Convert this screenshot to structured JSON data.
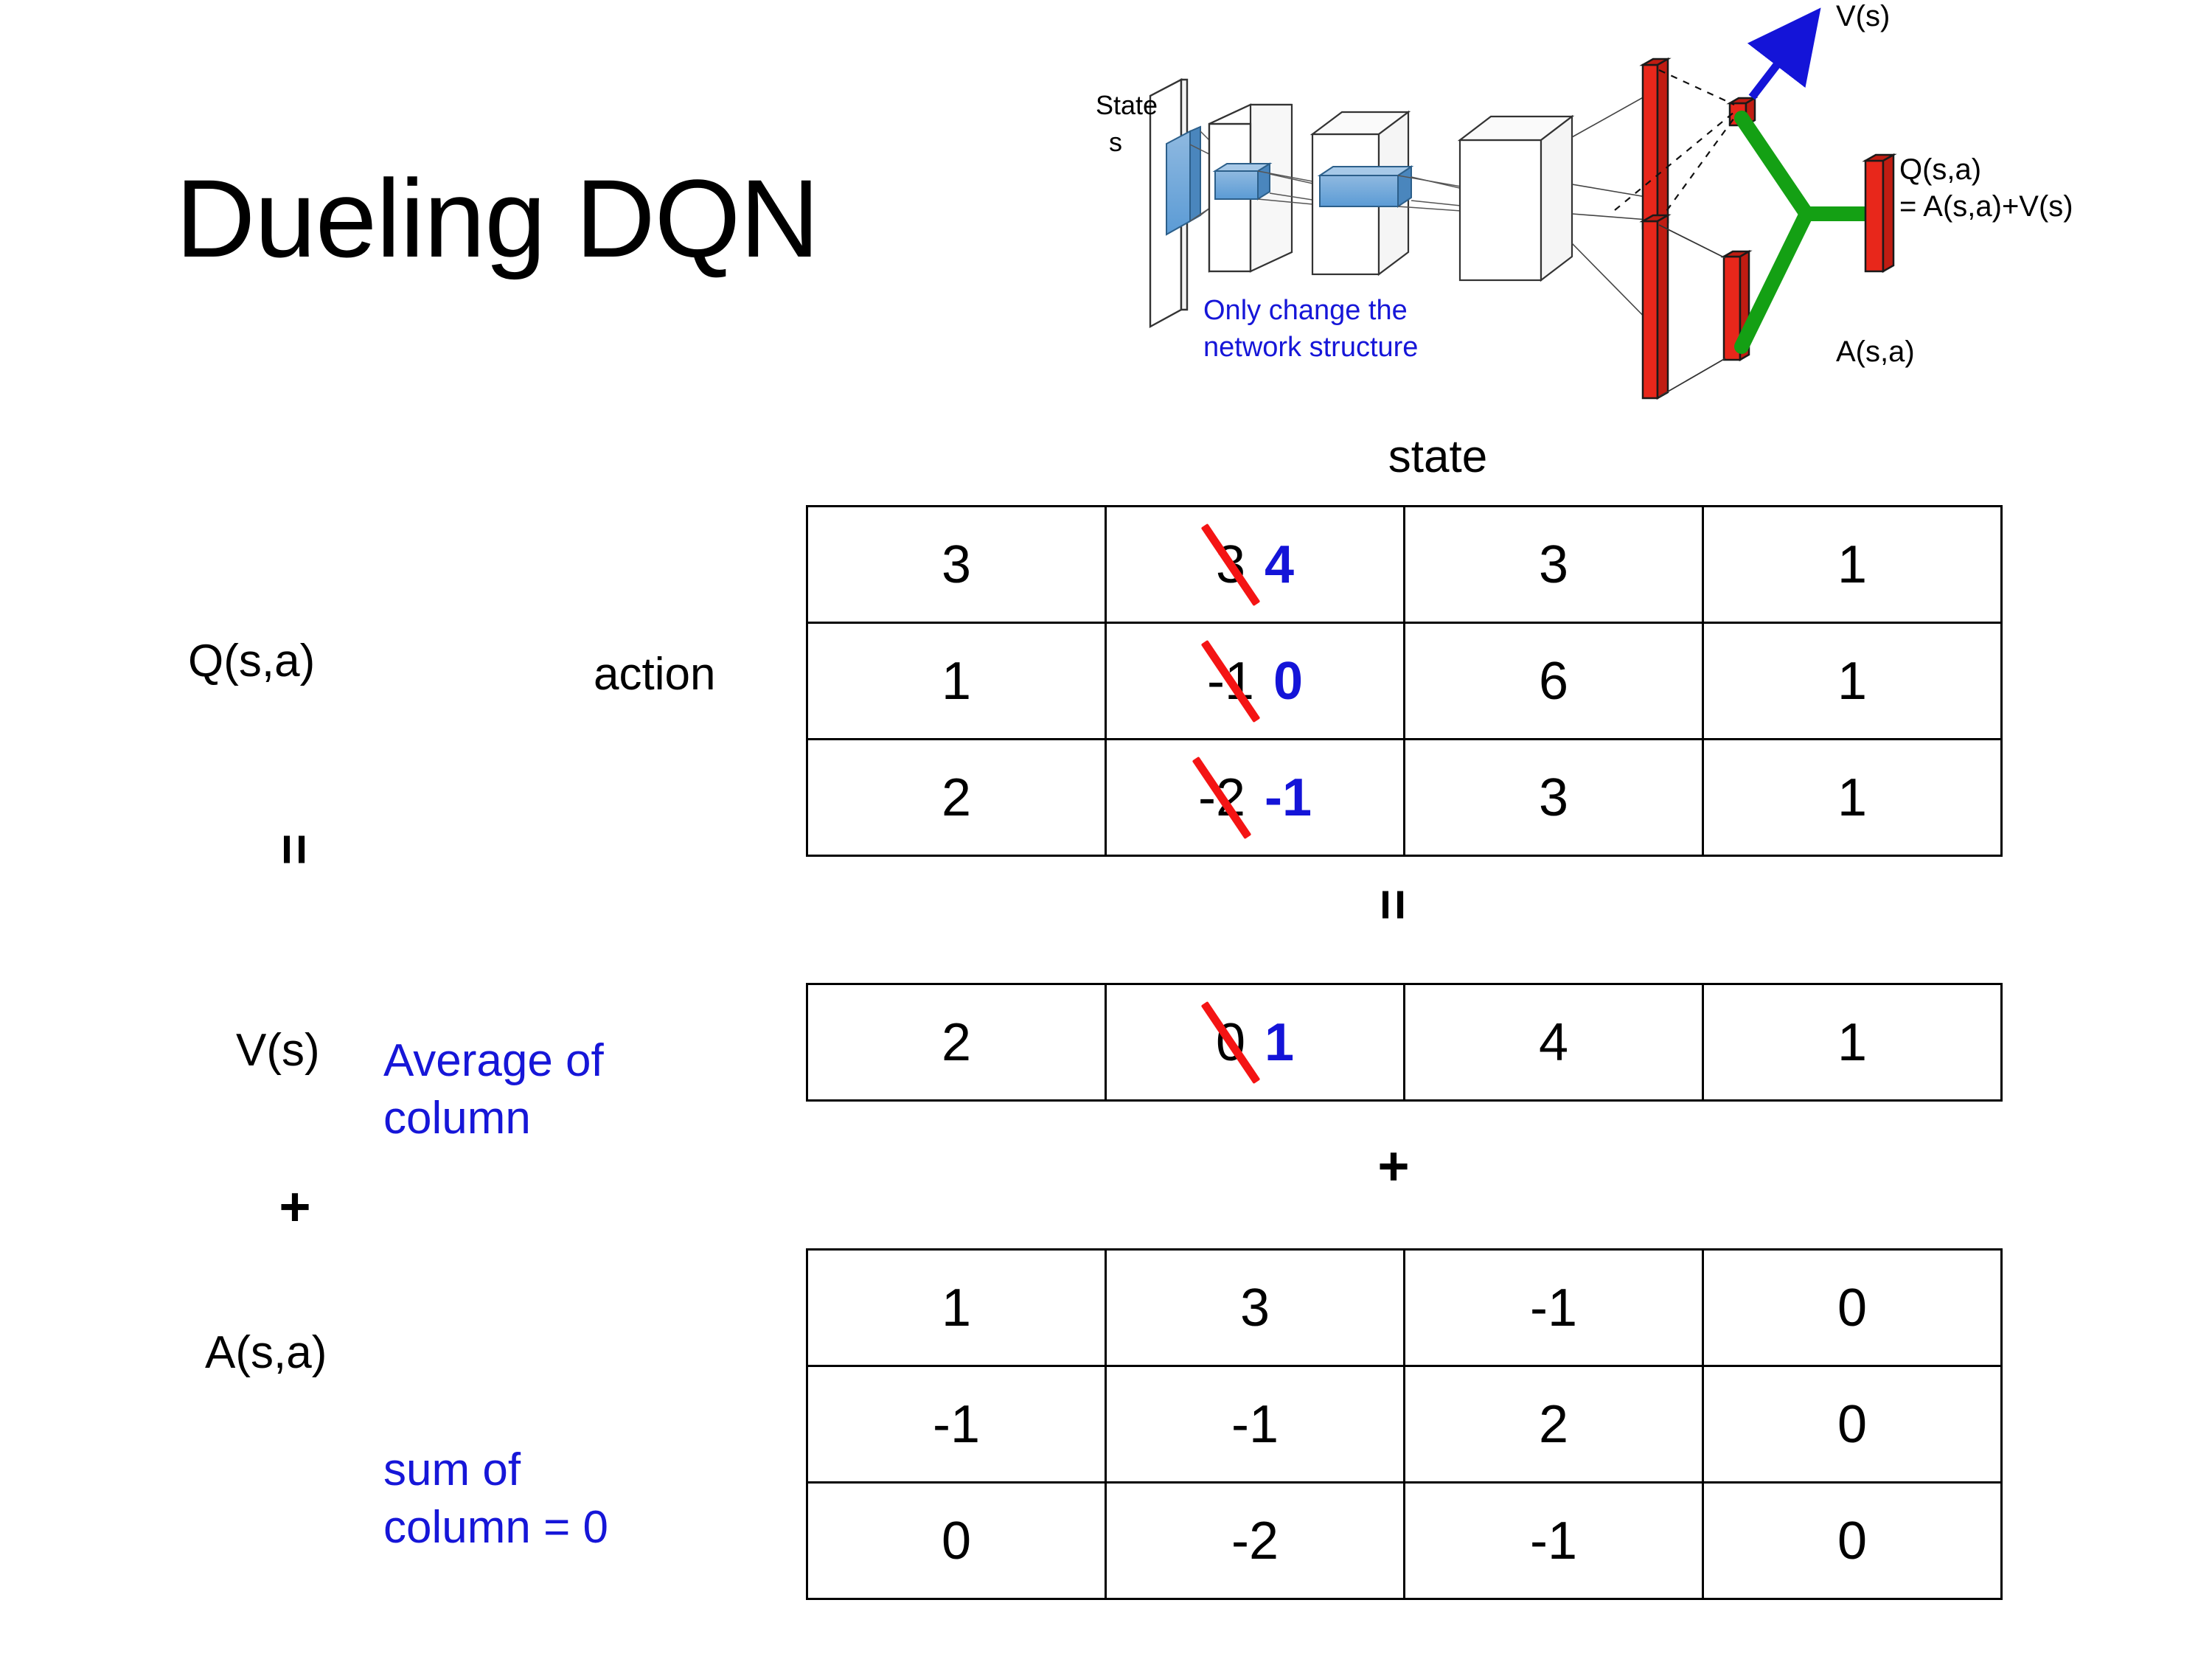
{
  "slide": {
    "title": "Dueling DQN",
    "background": "#ffffff"
  },
  "colors": {
    "accent_blue": "#1414d8",
    "note_blue": "#1616d8",
    "strike_red": "#f41414",
    "net_red": "#e8271b",
    "net_green": "#14a014",
    "net_blue_block": "#5b9bd5",
    "text_black": "#000000"
  },
  "diagram": {
    "name": "dueling-dqn-network",
    "input_label_line1": "State",
    "input_label_line2": "s",
    "note_line1": "Only change the",
    "note_line2": "network structure",
    "value_stream_label": "V(s)",
    "advantage_stream_label": "A(s,a)",
    "output_label_line1": "Q(s,a)",
    "output_label_line2": "= A(s,a)+V(s)"
  },
  "labels": {
    "state_axis": "state",
    "action_axis": "action",
    "q_label": "Q(s,a)",
    "v_label": "V(s)",
    "a_label": "A(s,a)",
    "equals_left": "=",
    "plus_left": "+",
    "equals_mid": "=",
    "plus_mid": "+",
    "note_average_line1": "Average of",
    "note_average_line2": "column",
    "note_sum_line1": "sum of",
    "note_sum_line2": "column = 0"
  },
  "chart_data": {
    "type": "table",
    "title": "Dueling DQN — Q(s,a) = V(s) + A(s,a)",
    "xlabel": "state",
    "ylabel": "action",
    "tables": [
      {
        "name": "Q(s,a)",
        "rows": 3,
        "cols": 4,
        "values": [
          [
            "3",
            "3",
            "3",
            "1"
          ],
          [
            "1",
            "-1",
            "6",
            "1"
          ],
          [
            "2",
            "-2",
            "3",
            "1"
          ]
        ],
        "edits": [
          {
            "row": 0,
            "col": 1,
            "old": "3",
            "new": "4",
            "struck": true
          },
          {
            "row": 1,
            "col": 1,
            "old": "-1",
            "new": "0",
            "struck": true
          },
          {
            "row": 2,
            "col": 1,
            "old": "-2",
            "new": "-1",
            "struck": true
          }
        ]
      },
      {
        "name": "V(s)",
        "rows": 1,
        "cols": 4,
        "values": [
          [
            "2",
            "0",
            "4",
            "1"
          ]
        ],
        "edits": [
          {
            "row": 0,
            "col": 1,
            "old": "0",
            "new": "1",
            "struck": true
          }
        ]
      },
      {
        "name": "A(s,a)",
        "rows": 3,
        "cols": 4,
        "values": [
          [
            "1",
            "3",
            "-1",
            "0"
          ],
          [
            "-1",
            "-1",
            "2",
            "0"
          ],
          [
            "0",
            "-2",
            "-1",
            "0"
          ]
        ],
        "edits": []
      }
    ]
  }
}
